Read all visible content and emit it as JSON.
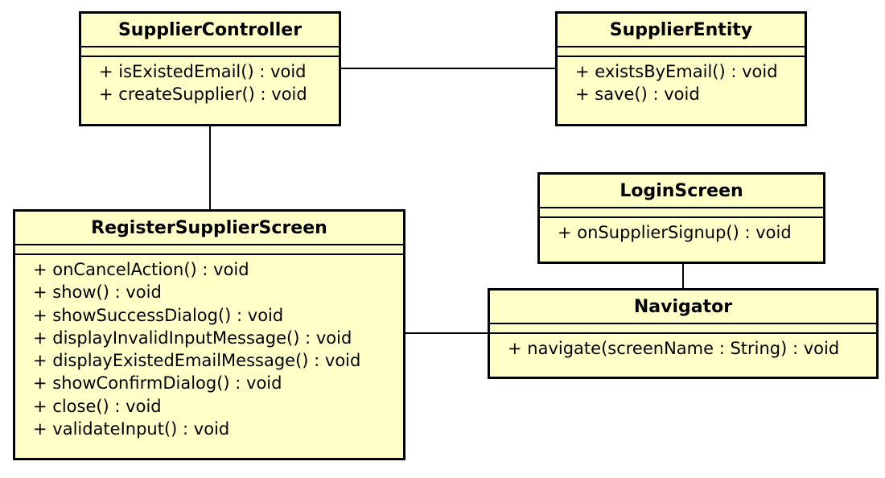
{
  "diagram": {
    "classes": {
      "supplier_controller": {
        "name": "SupplierController",
        "operations": [
          "+ isExistedEmail() : void",
          "+ createSupplier() : void"
        ]
      },
      "supplier_entity": {
        "name": "SupplierEntity",
        "operations": [
          "+ existsByEmail() : void",
          "+ save() : void"
        ]
      },
      "login_screen": {
        "name": "LoginScreen",
        "operations": [
          "+ onSupplierSignup() : void"
        ]
      },
      "register_supplier_screen": {
        "name": "RegisterSupplierScreen",
        "operations": [
          "+ onCancelAction() : void",
          "+ show() : void",
          "+ showSuccessDialog() : void",
          "+ displayInvalidInputMessage() : void",
          "+ displayExistedEmailMessage() : void",
          "+ showConfirmDialog() : void",
          "+ close() : void",
          "+ validateInput() : void"
        ]
      },
      "navigator": {
        "name": "Navigator",
        "operations": [
          "+ navigate(screenName : String) : void"
        ]
      }
    },
    "associations": [
      {
        "from": "SupplierController",
        "to": "SupplierEntity"
      },
      {
        "from": "SupplierController",
        "to": "RegisterSupplierScreen"
      },
      {
        "from": "RegisterSupplierScreen",
        "to": "Navigator"
      },
      {
        "from": "LoginScreen",
        "to": "Navigator"
      }
    ],
    "colors": {
      "class_fill": "#ffffc8",
      "stroke": "#000000"
    }
  }
}
